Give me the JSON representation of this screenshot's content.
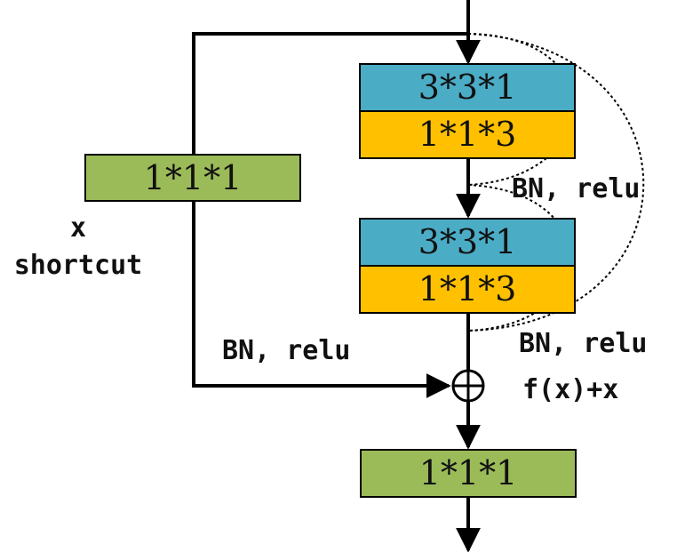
{
  "colors": {
    "blue": "#4BACC6",
    "yellow": "#FFC000",
    "green": "#9BBB59",
    "line": "#000000"
  },
  "blocks": {
    "left_conv": "1*1*1",
    "top_conv_a": "3*3*1",
    "top_conv_b": "1*1*3",
    "mid_conv_a": "3*3*1",
    "mid_conv_b": "1*1*3",
    "bottom_conv": "1*1*1"
  },
  "labels": {
    "x": "x",
    "shortcut": "shortcut",
    "bn_relu_top": "BN, relu",
    "bn_relu_mid": "BN, relu",
    "bn_relu_left": "BN, relu",
    "sum": "f(x)+x"
  },
  "icons": {
    "add_node": "circle-plus-icon"
  }
}
